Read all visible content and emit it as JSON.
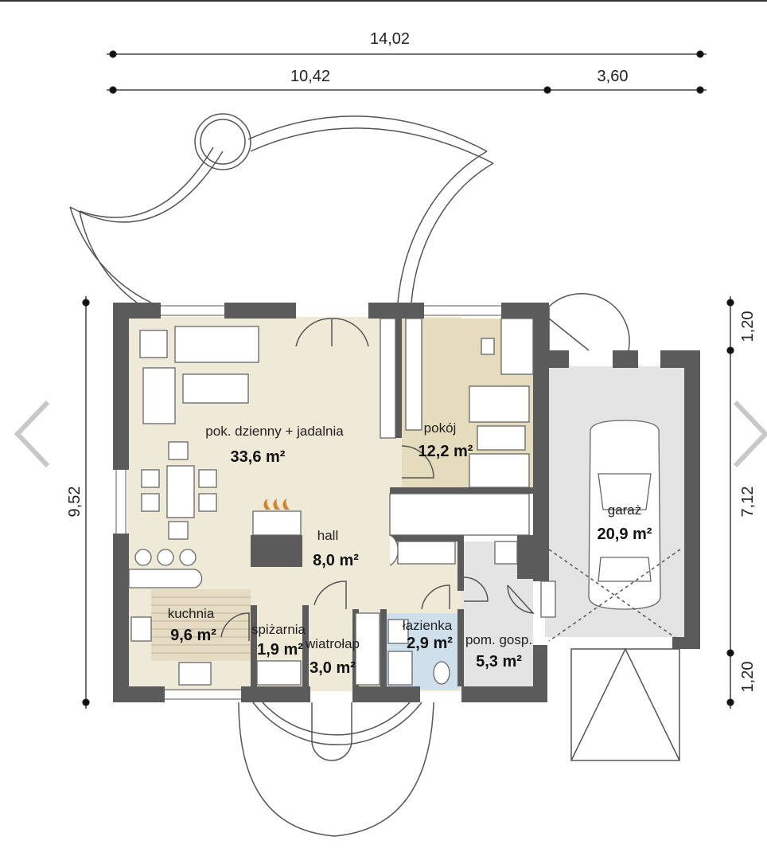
{
  "dimensions": {
    "total_width": "14,02",
    "house_width": "10,42",
    "garage_width": "3,60",
    "total_depth": "9,52",
    "front_offset": "1,20",
    "garage_depth": "7,12",
    "rear_offset": "1,20"
  },
  "rooms": [
    {
      "name": "pok. dzienny + jadalnia",
      "area": "33,6 m²"
    },
    {
      "name": "pokój",
      "area": "12,2 m²"
    },
    {
      "name": "hall",
      "area": "8,0 m²"
    },
    {
      "name": "kuchnia",
      "area": "9,6 m²"
    },
    {
      "name": "spiżarnia",
      "area": "1,9 m²"
    },
    {
      "name": "wiatrołap",
      "area": "3,0 m²"
    },
    {
      "name": "łazienka",
      "area": "2,9 m²"
    },
    {
      "name": "pom. gosp.",
      "area": "5,3 m²"
    },
    {
      "name": "garaż",
      "area": "20,9 m²"
    }
  ],
  "navigation": {
    "prev_icon": "chevron-left-icon",
    "next_icon": "chevron-right-icon"
  },
  "colors": {
    "living": "#efe9d8",
    "pokoj": "#e5dbbd",
    "garage": "#e4e4e4",
    "bath": "#cfe0ec",
    "wall": "#5b5b5b"
  }
}
